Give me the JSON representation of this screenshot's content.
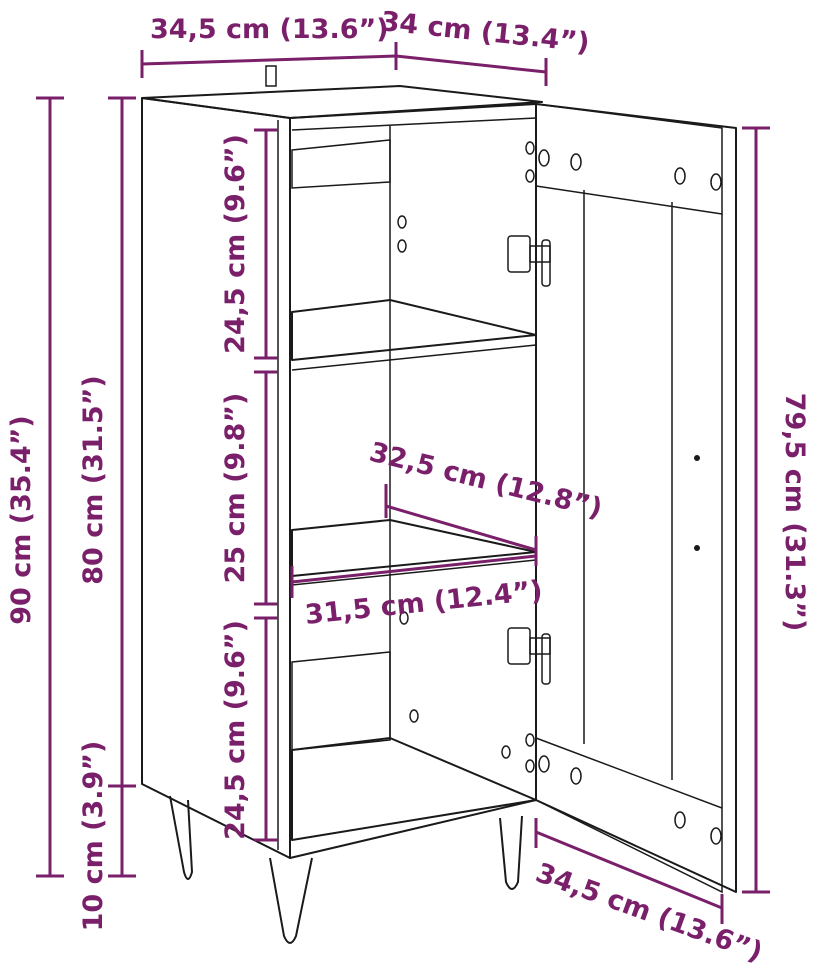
{
  "colors": {
    "dimension": "#7a1f6a",
    "line": "#1a1a1a",
    "background": "#ffffff"
  },
  "dimensions": {
    "top_width": "34,5 cm (13.6”)",
    "top_depth": "34 cm (13.4”)",
    "total_height": "90 cm (35.4”)",
    "body_height": "80 cm (31.5”)",
    "leg_height": "10 cm (3.9”)",
    "compartment_top": "24,5 cm (9.6”)",
    "compartment_middle": "25 cm (9.8”)",
    "compartment_bottom": "24,5 cm (9.6”)",
    "shelf_depth": "32,5 cm (12.8”)",
    "shelf_width": "31,5 cm (12.4”)",
    "door_height": "79,5 cm (31.3”)",
    "door_width": "34,5 cm (13.6”)"
  }
}
